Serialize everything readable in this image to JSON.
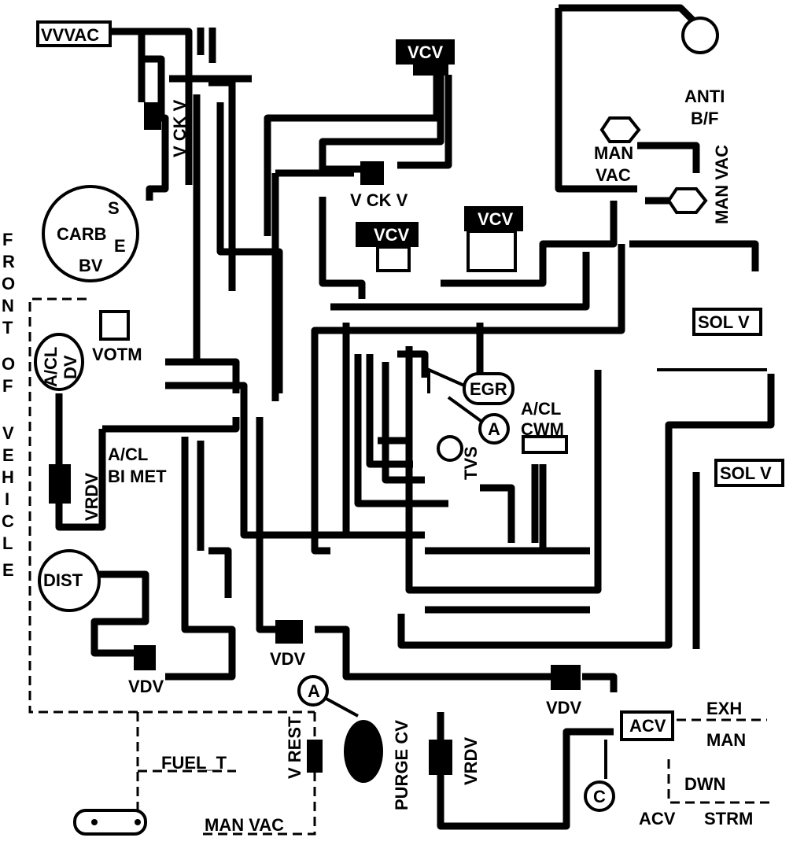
{
  "diagram": {
    "labels": {
      "vvvac": "VVVAC",
      "v_ck_v_vertical": "V CK V",
      "vcv_top": "VCV",
      "v_ck_v": "V CK V",
      "vcv_mid": "VCV",
      "vcv_right": "VCV",
      "anti": "ANTI",
      "bf": "B/F",
      "man_vac_1a": "MAN",
      "man_vac_1b": "VAC",
      "man_vac_2": "MAN VAC",
      "carb": "CARB",
      "s": "S",
      "e": "E",
      "bv": "BV",
      "front_of_vehicle": [
        "F",
        "R",
        "O",
        "N",
        "T",
        "",
        "O",
        "F",
        "",
        "V",
        "E",
        "H",
        "I",
        "C",
        "L",
        "E"
      ],
      "votm": "VOTM",
      "acl_dv_a": "A/CL",
      "acl_dv_b": "DV",
      "vrdv_left": "VRDV",
      "acl_bimet_a": "A/CL",
      "acl_bimet_b": "BI MET",
      "sol_v_top": "SOL V",
      "egr": "EGR",
      "a_mid": "A",
      "acl_cwm_a": "A/CL",
      "acl_cwm_b": "CWM",
      "tvs": "TVS",
      "sol_v_bottom": "SOL V",
      "dist": "DIST",
      "vdv_left": "VDV",
      "vdv_center": "VDV",
      "vdv_right": "VDV",
      "a_bottom": "A",
      "purge_cv": "PURGE CV",
      "v_rest": "V REST",
      "fuel_t": "FUEL_T",
      "man_vac_bottom": "MAN VAC",
      "vrdv_bottom": "VRDV",
      "acv_top": "ACV",
      "exh": "EXH",
      "man": "MAN",
      "c": "C",
      "dwn": "DWN",
      "strm": "STRM",
      "acv_bottom": "ACV"
    }
  }
}
